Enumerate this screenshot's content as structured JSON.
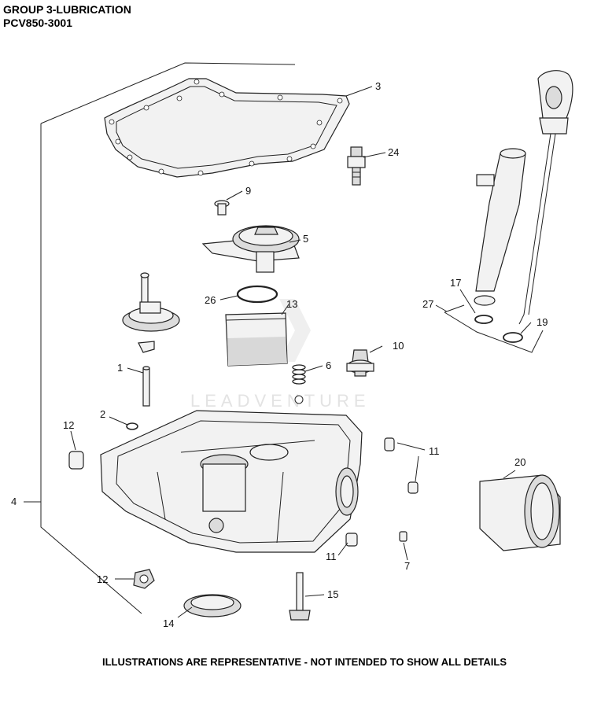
{
  "header": {
    "group_title": "GROUP 3-LUBRICATION",
    "model": "PCV850-3001"
  },
  "footer": {
    "note": "ILLUSTRATIONS ARE REPRESENTATIVE - NOT INTENDED TO SHOW ALL DETAILS"
  },
  "watermark": {
    "text": "LEADVENTURE"
  },
  "callouts": {
    "c1": "1",
    "c2": "2",
    "c3": "3",
    "c4": "4",
    "c5": "5",
    "c6": "6",
    "c7": "7",
    "c9": "9",
    "c10": "10",
    "c11a": "11",
    "c11b": "11",
    "c12a": "12",
    "c12b": "12",
    "c13": "13",
    "c14": "14",
    "c15": "15",
    "c17": "17",
    "c19": "19",
    "c20": "20",
    "c24": "24",
    "c26": "26",
    "c27": "27"
  }
}
